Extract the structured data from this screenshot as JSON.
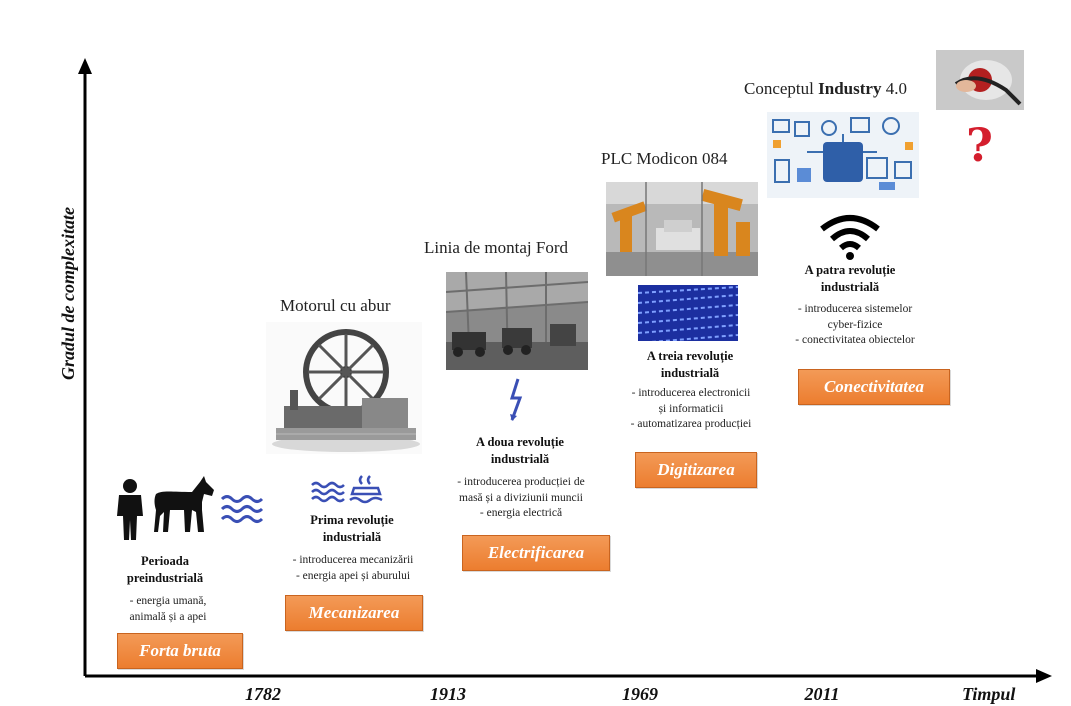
{
  "axes": {
    "y_label": "Gradul de complexitate",
    "x_label": "Timpul",
    "years": [
      "1782",
      "1913",
      "1969",
      "2011"
    ]
  },
  "stages": [
    {
      "title": "Perioada preindustrială",
      "description": [
        "- energia umană,",
        "animală și a apei"
      ],
      "tag": "Forta bruta"
    },
    {
      "image_caption": "Motorul cu abur",
      "title": "Prima revoluție industrială",
      "description": [
        "- introducerea mecanizării",
        "- energia apei și aburului"
      ],
      "tag": "Mecanizarea"
    },
    {
      "image_caption": "Linia de montaj Ford",
      "title": "A doua revoluție industrială",
      "description": [
        "- introducerea producției de",
        "masă și a diviziunii muncii",
        "- energia electrică"
      ],
      "tag": "Electrificarea"
    },
    {
      "image_caption": "PLC Modicon 084",
      "title": "A treia revoluție industrială",
      "description": [
        "- introducerea electronicii",
        "și informaticii",
        "- automatizarea producției"
      ],
      "tag": "Digitizarea"
    },
    {
      "image_caption_prefix": "Conceptul",
      "image_caption_bold": "Industry",
      "image_caption_suffix": "4.0",
      "title": "A patra revoluție industrială",
      "description": [
        "- introducerea sistemelor",
        "cyber-fizice",
        "- conectivitatea obiectelor"
      ],
      "tag": "Conectivitatea"
    }
  ],
  "future_mark": "?",
  "colors": {
    "tag_orange": "#ec7d2f",
    "question_red": "#d41e2d",
    "icon_blue": "#3a4fb5"
  }
}
